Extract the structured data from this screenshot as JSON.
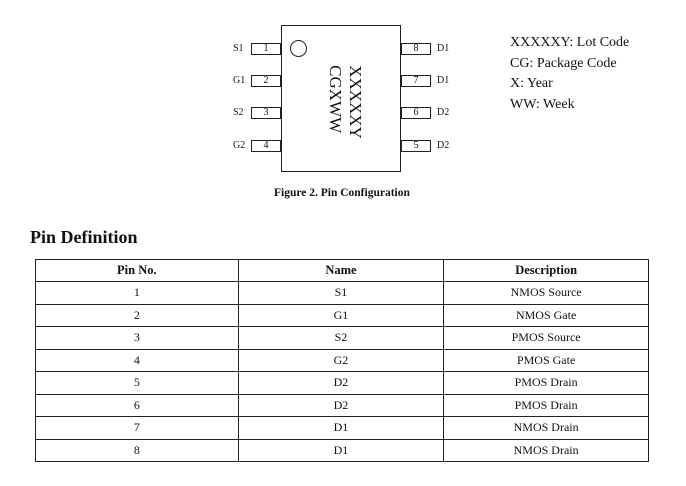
{
  "package": {
    "marking_lines": [
      "XXXXXY",
      "CGXWW"
    ],
    "left_pins": [
      {
        "number": "1",
        "name": "S1"
      },
      {
        "number": "2",
        "name": "G1"
      },
      {
        "number": "3",
        "name": "S2"
      },
      {
        "number": "4",
        "name": "G2"
      }
    ],
    "right_pins": [
      {
        "number": "8",
        "name": "D1"
      },
      {
        "number": "7",
        "name": "D1"
      },
      {
        "number": "6",
        "name": "D2"
      },
      {
        "number": "5",
        "name": "D2"
      }
    ]
  },
  "legend": [
    "XXXXXY: Lot Code",
    "CG: Package Code",
    "X: Year",
    "WW: Week"
  ],
  "figure_caption": "Figure 2. Pin Configuration",
  "section_title": "Pin Definition",
  "table": {
    "headers": [
      "Pin No.",
      "Name",
      "Description"
    ],
    "rows": [
      [
        "1",
        "S1",
        "NMOS Source"
      ],
      [
        "2",
        "G1",
        "NMOS Gate"
      ],
      [
        "3",
        "S2",
        "PMOS Source"
      ],
      [
        "4",
        "G2",
        "PMOS Gate"
      ],
      [
        "5",
        "D2",
        "PMOS Drain"
      ],
      [
        "6",
        "D2",
        "PMOS Drain"
      ],
      [
        "7",
        "D1",
        "NMOS Drain"
      ],
      [
        "8",
        "D1",
        "NMOS Drain"
      ]
    ]
  }
}
